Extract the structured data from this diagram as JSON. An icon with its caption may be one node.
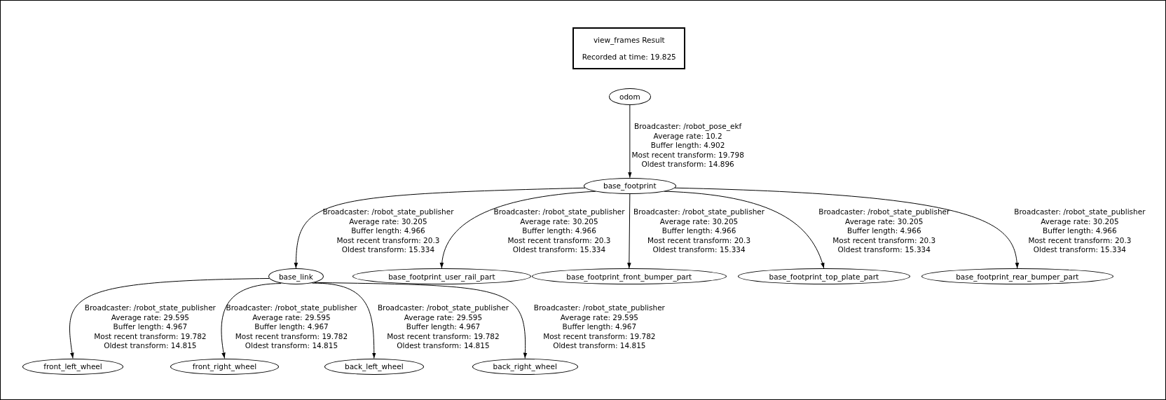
{
  "diagram": {
    "nodes": [
      {
        "text": [
          "view_frames Result",
          "Recorded at time: 19.825"
        ]
      },
      {
        "text": [
          "odom"
        ]
      },
      {
        "text": [
          "base_footprint"
        ]
      },
      {
        "text": [
          "base_link"
        ]
      },
      {
        "text": [
          "base_footprint_user_rail_part"
        ]
      },
      {
        "text": [
          "base_footprint_front_bumper_part"
        ]
      },
      {
        "text": [
          "base_footprint_top_plate_part"
        ]
      },
      {
        "text": [
          "base_footprint_rear_bumper_part"
        ]
      },
      {
        "text": [
          "front_left_wheel"
        ]
      },
      {
        "text": [
          "front_right_wheel"
        ]
      },
      {
        "text": [
          "back_left_wheel"
        ]
      },
      {
        "text": [
          "back_right_wheel"
        ]
      }
    ],
    "edges": [
      {
        "from": 1,
        "to": 2,
        "arrow": "to",
        "label": "Broadcaster: /robot_pose_ekf Average rate: 10.2 Buffer length: 4.902 Most recent transform: 19.798 Oldest transform: 14.896"
      },
      {
        "from": 2,
        "to": 3,
        "arrow": "to",
        "label": "Broadcaster: /robot_state_publisher Average rate: 30.205 Buffer length: 4.966 Most recent transform: 20.3 Oldest transform: 15.334"
      },
      {
        "from": 2,
        "to": 4,
        "arrow": "to",
        "label": "Broadcaster: /robot_state_publisher Average rate: 30.205 Buffer length: 4.966 Most recent transform: 20.3 Oldest transform: 15.334"
      },
      {
        "from": 2,
        "to": 5,
        "arrow": "to",
        "label": "Broadcaster: /robot_state_publisher Average rate: 30.205 Buffer length: 4.966 Most recent transform: 20.3 Oldest transform: 15.334"
      },
      {
        "from": 2,
        "to": 6,
        "arrow": "to",
        "label": "Broadcaster: /robot_state_publisher Average rate: 30.205 Buffer length: 4.966 Most recent transform: 20.3 Oldest transform: 15.334"
      },
      {
        "from": 2,
        "to": 7,
        "arrow": "to",
        "label": "Broadcaster: /robot_state_publisher Average rate: 30.205 Buffer length: 4.966 Most recent transform: 20.3 Oldest transform: 15.334"
      },
      {
        "from": 3,
        "to": 8,
        "arrow": "to",
        "label": "Broadcaster: /robot_state_publisher Average rate: 29.595 Buffer length: 4.967 Most recent transform: 19.782 Oldest transform: 14.815"
      },
      {
        "from": 3,
        "to": 9,
        "arrow": "to",
        "label": "Broadcaster: /robot_state_publisher Average rate: 29.595 Buffer length: 4.967 Most recent transform: 19.782 Oldest transform: 14.815"
      },
      {
        "from": 3,
        "to": 10,
        "arrow": "to",
        "label": "Broadcaster: /robot_state_publisher Average rate: 29.595 Buffer length: 4.967 Most recent transform: 19.782 Oldest transform: 14.815"
      },
      {
        "from": 3,
        "to": 11,
        "arrow": "to",
        "label": "Broadcaster: /robot_state_publisher Average rate: 29.595 Buffer length: 4.967 Most recent transform: 19.782 Oldest transform: 14.815"
      }
    ]
  }
}
